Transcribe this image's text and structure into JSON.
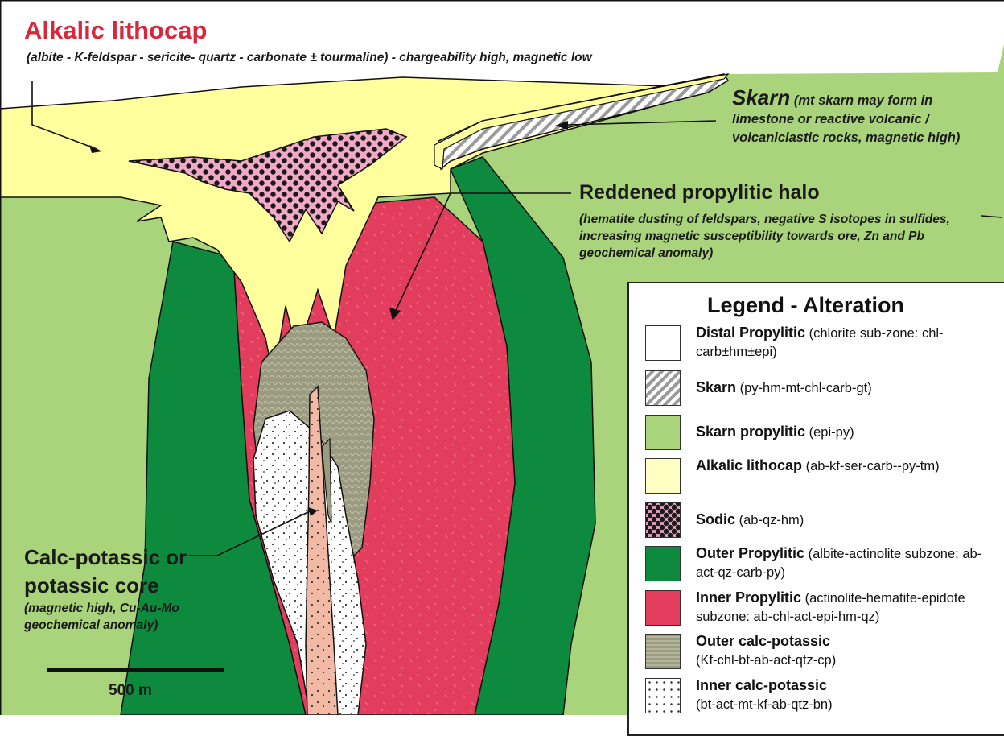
{
  "title": "Alkalic lithocap",
  "subtitle": "(albite - K-feldspar - sericite- quartz - carbonate ± tourmaline) - chargeability high, magnetic low",
  "labels": {
    "skarn_head": "Skarn",
    "skarn_note": "(mt skarn may form in limestone or reactive volcanic / volcaniclastic rocks, magnetic high)",
    "halo_head": "Reddened propylitic halo",
    "halo_note": "(hematite dusting of feldspars, negative S isotopes in sulfides, increasing magnetic susceptibility towards ore, Zn and Pb geochemical anomaly)",
    "core_head": "Calc-potassic or potassic core",
    "core_note": "(magnetic high, Cu-Au-Mo geochemical anomaly)",
    "scale": "500 m"
  },
  "legend": {
    "title": "Legend - Alteration",
    "items": [
      {
        "name": "Distal Propylitic",
        "desc": "(chlorite sub-zone: chl-carb±hm±epi)",
        "swatch": "white"
      },
      {
        "name": "Skarn",
        "desc": "(py-hm-mt-chl-carb-gt)",
        "swatch": "hatch"
      },
      {
        "name": "Skarn propylitic",
        "desc": "(epi-py)",
        "swatch": "lightgreen"
      },
      {
        "name": "Alkalic lithocap",
        "desc": "(ab-kf-ser-carb--py-tm)",
        "swatch": "yellow"
      },
      {
        "name": "Sodic",
        "desc": "(ab-qz-hm)",
        "swatch": "dots"
      },
      {
        "name": "Outer Propylitic",
        "desc": "(albite-actinolite subzone: ab-act-qz-carb-py)",
        "swatch": "darkgreen"
      },
      {
        "name": "Inner Propylitic",
        "desc": "(actinolite-hematite-epidote subzone: ab-chl-act-epi-hm-qz)",
        "swatch": "red"
      },
      {
        "name": "Outer calc-potassic",
        "desc": "(Kf-chl-bt-ab-act-qtz-cp)",
        "swatch": "olive"
      },
      {
        "name": "Inner calc-potassic",
        "desc": "(bt-act-mt-kf-ab-qtz-bn)",
        "swatch": "speckle"
      }
    ]
  },
  "colors": {
    "lightgreen": "#a9d47b",
    "yellow": "#ffff9e",
    "darkgreen": "#0d8a3d",
    "red": "#e23d5c",
    "olive": "#9a9b80",
    "pink": "#f2b9a4",
    "title_red": "#d8283c"
  }
}
